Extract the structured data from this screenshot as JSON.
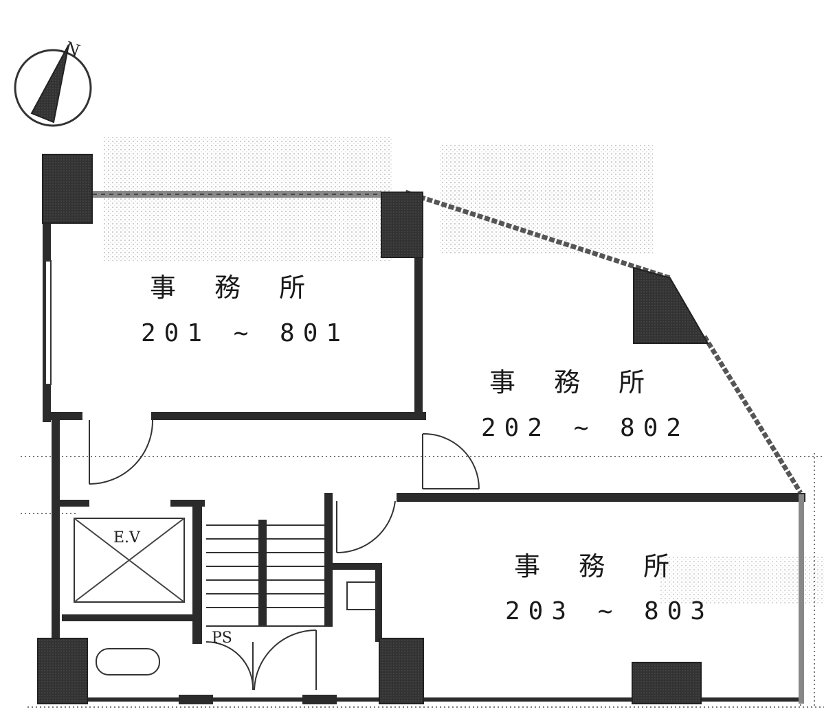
{
  "compass": {
    "label": "N",
    "icon": "north-arrow-icon"
  },
  "rooms": [
    {
      "name": "事 務 所",
      "number": "201 ~ 801"
    },
    {
      "name": "事 務 所",
      "number": "202 ~ 802"
    },
    {
      "name": "事 務 所",
      "number": "203 ~ 803"
    }
  ],
  "labels": {
    "elevator": "E.V",
    "ps": "PS"
  },
  "colors": {
    "wall": "#2b2b2b",
    "column": "#3a3a3a",
    "hatch": "#9a9a9a"
  }
}
